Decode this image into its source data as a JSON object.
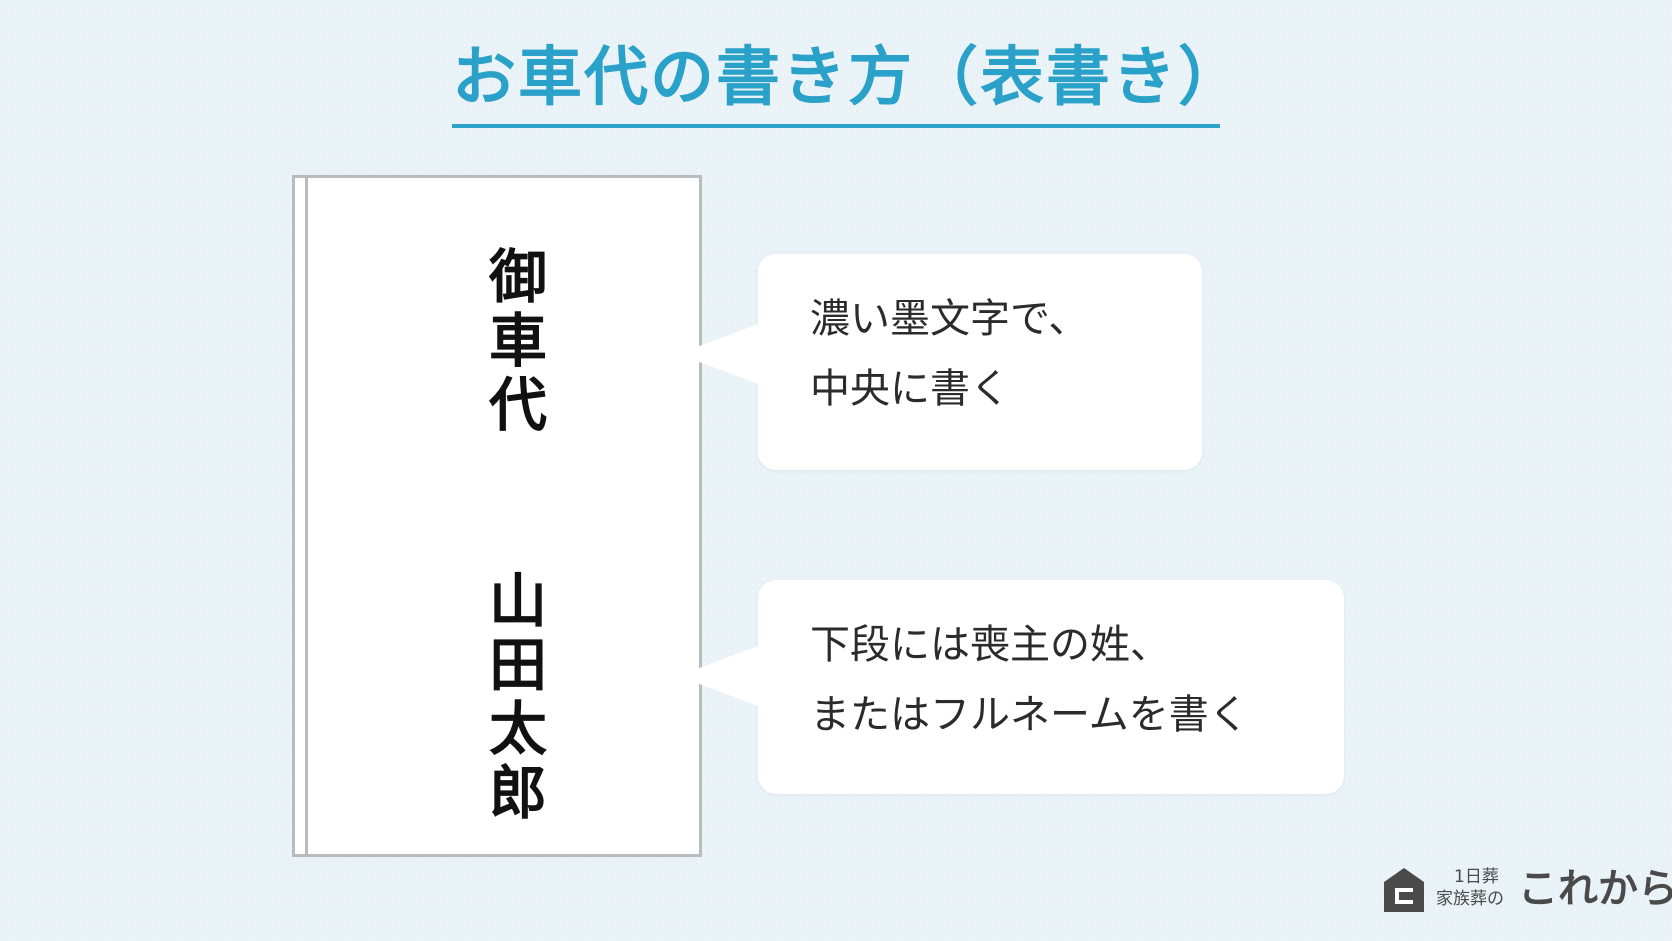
{
  "title": "お車代の書き方（表書き）",
  "envelope": {
    "top_text": "御車代",
    "bottom_text": "山田太郎"
  },
  "callouts": [
    {
      "line1": "濃い墨文字で、",
      "line2": "中央に書く"
    },
    {
      "line1": "下段には喪主の姓、",
      "line2": "またはフルネームを書く"
    }
  ],
  "logo": {
    "line1": "1日葬",
    "line2": "家族葬の",
    "brand": "これから",
    "icon": "house-icon"
  },
  "colors": {
    "accent": "#2aa1c8",
    "background": "#e9f2f7",
    "envelope_border": "#b9bcbf",
    "text": "#2b2b2b",
    "logo": "#4a4a4a"
  }
}
